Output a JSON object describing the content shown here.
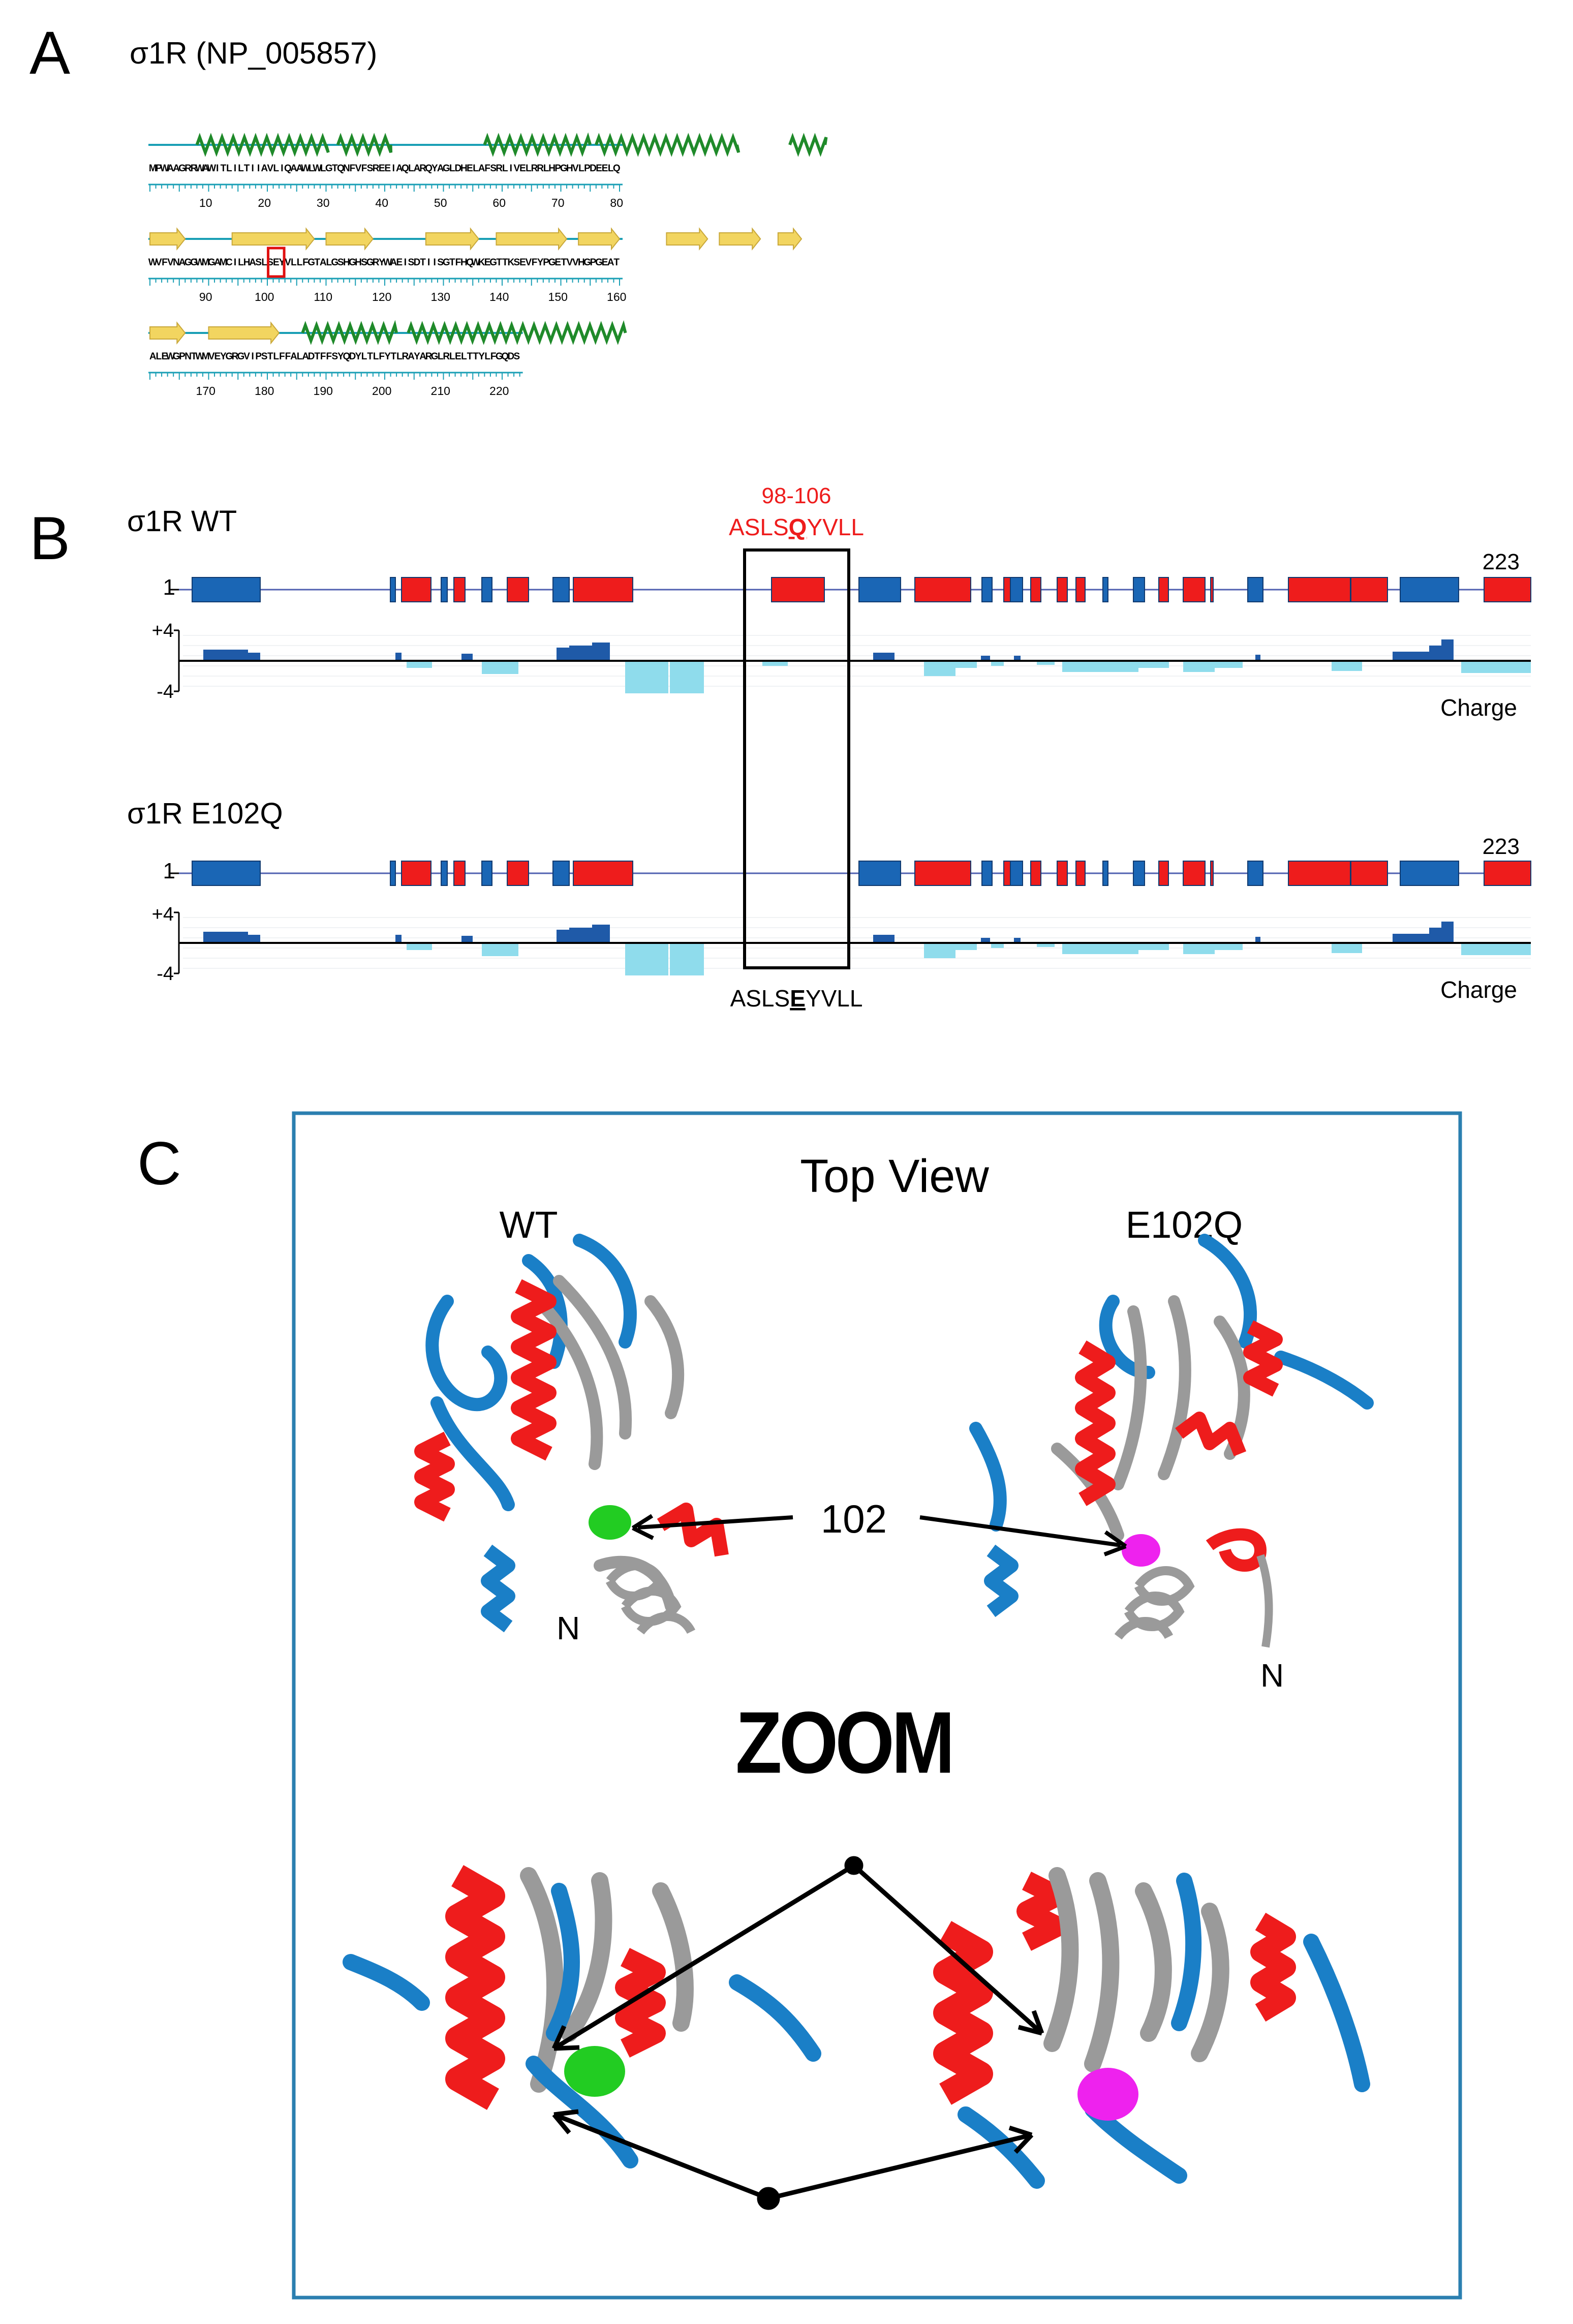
{
  "panelA": {
    "letter": "A",
    "title": "σ1R (NP_005857)",
    "rows": [
      {
        "seq": "MPWAAGRRWAWITLILTIIAVLIQAAWLWLGTQNFVFSREEIAQLARQYAGLDHELAFSRLIVELRRLHPGHVLPDEELQ",
        "ticks": [
          "10",
          "20",
          "30",
          "40",
          "50",
          "60",
          "70",
          "80"
        ],
        "helices": [
          [
            9,
            30
          ],
          [
            33,
            41
          ],
          [
            58,
            75
          ],
          [
            77,
            100
          ],
          [
            110,
            115
          ]
        ],
        "strands": []
      },
      {
        "seq": "WVFVNAGGWMGAMCILHASLSEYVLLFGTALGSHGHSGRYWAEISDTIISGTFHQWKEGTTKSEVFYPGETVVHGPGEAT",
        "ticks": [
          "90",
          "100",
          "110",
          "120",
          "130",
          "140",
          "150",
          "160"
        ],
        "helices": [],
        "strands": [
          [
            1,
            6
          ],
          [
            15,
            28
          ],
          [
            31,
            38
          ],
          [
            48,
            56
          ],
          [
            60,
            71
          ],
          [
            74,
            80
          ],
          [
            89,
            95
          ],
          [
            98,
            104
          ],
          [
            108,
            111
          ]
        ],
        "highlight_index": 21
      },
      {
        "seq": "ALEWGPNTWMVEYGRGVIPSTLFFALADTFFSYQDYLTLFYTLRAYARGLRLELTTYLFGQDS",
        "ticks": [
          "170",
          "180",
          "190",
          "200",
          "210",
          "220"
        ],
        "helices": [
          [
            27,
            42
          ],
          [
            45,
            81
          ]
        ],
        "strands": [
          [
            1,
            6
          ],
          [
            11,
            22
          ]
        ]
      }
    ]
  },
  "panelB": {
    "letter": "B",
    "wt_label": "σ1R WT",
    "mut_label": "σ1R E102Q",
    "start": "1",
    "end": "223",
    "range_label": "98-106",
    "motif_wt_prefix": "ASLS",
    "motif_wt_res": "Q",
    "motif_wt_suffix": "YVLL",
    "motif_mut_prefix": "ASLS",
    "motif_mut_res": "E",
    "motif_mut_suffix": "YVLL",
    "ymax": "+4",
    "ymin": "-4",
    "charge_label": "Charge"
  },
  "panelC": {
    "letter": "C",
    "view_title": "Top View",
    "wt_label": "WT",
    "mut_label": "E102Q",
    "residue_label": "102",
    "n_label": "N",
    "zoom_label": "ZOOM"
  },
  "colors": {
    "helix": "#1f8a2a",
    "strand": "#f2d560",
    "backbone": "#1a9fb5",
    "blue_block": "#1a66b5",
    "red_block": "#ee1c1c",
    "charge_pos": "#1f5aa8",
    "charge_neg": "#8fdcec",
    "wt_residue": "#22cc22",
    "mut_residue": "#ee22ee",
    "box_border": "#2b7fb0"
  }
}
